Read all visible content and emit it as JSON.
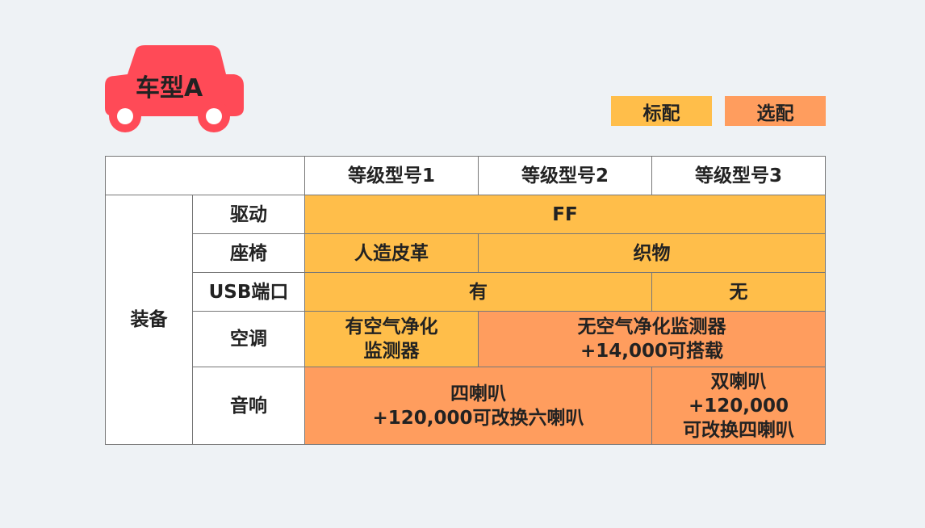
{
  "title": "车型A",
  "legend": {
    "standard": "标配",
    "optional": "选配"
  },
  "colors": {
    "brand": "#ff4a57",
    "standard": "#ffbe4a",
    "optional": "#ff9d5e"
  },
  "header": {
    "grades": [
      "等级型号1",
      "等级型号2",
      "等级型号3"
    ]
  },
  "group": "装备",
  "rows": {
    "drive": {
      "label": "驱动",
      "all": "FF"
    },
    "seat": {
      "label": "座椅",
      "g1": "人造皮革",
      "g23": "织物"
    },
    "usb": {
      "label": "USB端口",
      "g12": "有",
      "g3": "无"
    },
    "ac": {
      "label": "空调",
      "g1_l1": "有空气净化",
      "g1_l2": "监测器",
      "g23_l1": "无空气净化监测器",
      "g23_l2": "+14,000可搭载"
    },
    "audio": {
      "label": "音响",
      "g12_l1": "四喇叭",
      "g12_l2": "+120,000可改换六喇叭",
      "g3_l1": "双喇叭",
      "g3_l2": "+120,000",
      "g3_l3": "可改换四喇叭"
    }
  }
}
